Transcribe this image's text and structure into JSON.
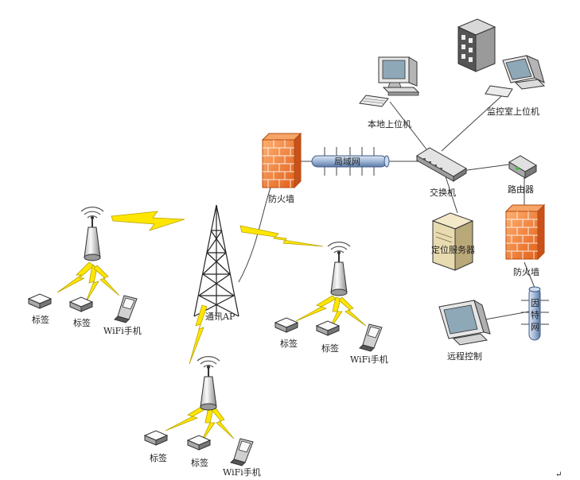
{
  "labels": {
    "lan": "局域网",
    "firewall_top": "防火墙",
    "switch": "交换机",
    "local_host": "本地上位机",
    "monitor_host": "监控室上位机",
    "router": "路由器",
    "server": "定位服务器",
    "firewall_right": "防火墙",
    "internet_1": "因",
    "internet_2": "特",
    "internet_3": "网",
    "remote": "远程控制",
    "ap_tower": "通讯AP",
    "tag": "标签",
    "wifi_phone": "WiFi手机",
    "corner_mark": "↵"
  },
  "colors": {
    "firewall": "#f07a2a",
    "pipe": "#9fb6d6",
    "lightning": "#ffe600",
    "line": "#444444"
  }
}
